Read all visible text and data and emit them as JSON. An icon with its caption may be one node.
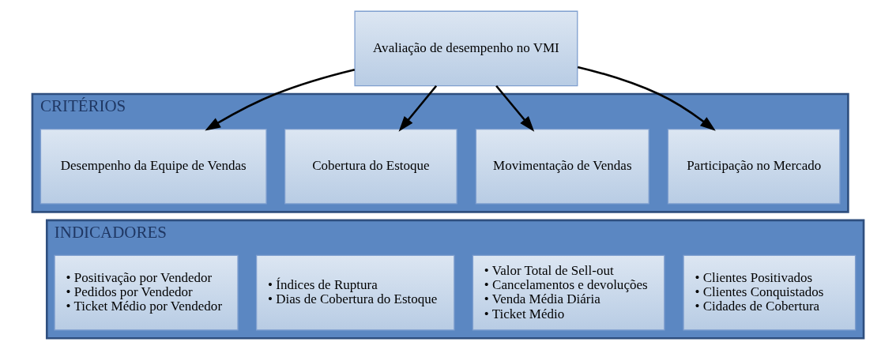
{
  "diagram": {
    "nodes": [
      {
        "text": [
          "Avaliação de desempenho no VMI"
        ]
      },
      {
        "text": [
          "CRITÉRIOS"
        ]
      },
      {
        "text": [
          "Participação no Mercado"
        ],
        "in": 1
      },
      {
        "text": [
          "Movimentação de Vendas"
        ],
        "in": 1
      },
      {
        "text": [
          "Cobertura do Estoque"
        ],
        "in": 1
      },
      {
        "text": [
          "Desempenho da Equipe de Vendas"
        ],
        "in": 1
      },
      {
        "text": [
          "INDICADORES"
        ]
      },
      {
        "text": [
          "• Clientes Positivados",
          "• Clientes Conquistados",
          "• Cidades de Cobertura"
        ],
        "in": 6
      },
      {
        "text": [
          "• Valor Total de Sell-out",
          "• Cancelamentos e devoluções",
          "• Venda Média Diária",
          "• Ticket Médio"
        ],
        "in": 6
      },
      {
        "text": [
          "• Índices de Ruptura",
          "• Dias de Cobertura do Estoque"
        ],
        "in": 6
      },
      {
        "text": [
          "• Positivação por Vendedor",
          "• Pedidos por Vendedor",
          "• Ticket Médio por Vendedor"
        ],
        "in": 6
      }
    ],
    "edges": [
      {
        "from": 0,
        "to": 2,
        "arrow": "to"
      },
      {
        "from": 0,
        "to": 3,
        "arrow": "to"
      },
      {
        "from": 0,
        "to": 4,
        "arrow": "to"
      },
      {
        "from": 0,
        "to": 5,
        "arrow": "to"
      }
    ]
  }
}
